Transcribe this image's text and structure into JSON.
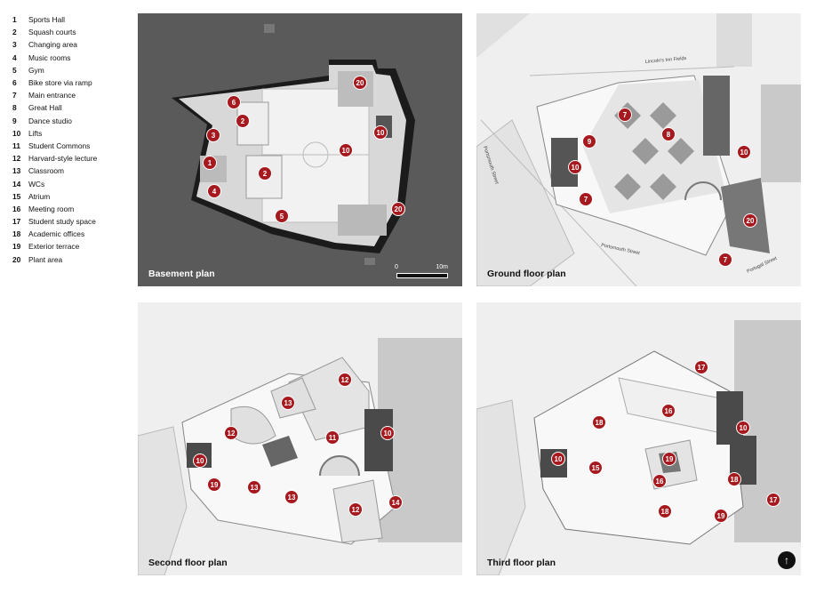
{
  "legend": [
    {
      "num": "1",
      "label": "Sports Hall"
    },
    {
      "num": "2",
      "label": "Squash courts"
    },
    {
      "num": "3",
      "label": "Changing area"
    },
    {
      "num": "4",
      "label": "Music rooms"
    },
    {
      "num": "5",
      "label": "Gym"
    },
    {
      "num": "6",
      "label": "Bike store via ramp"
    },
    {
      "num": "7",
      "label": "Main entrance"
    },
    {
      "num": "8",
      "label": "Great Hall"
    },
    {
      "num": "9",
      "label": "Dance studio"
    },
    {
      "num": "10",
      "label": "Lifts"
    },
    {
      "num": "11",
      "label": "Student Commons"
    },
    {
      "num": "12",
      "label": "Harvard-style lecture"
    },
    {
      "num": "13",
      "label": "Classroom"
    },
    {
      "num": "14",
      "label": "WCs"
    },
    {
      "num": "15",
      "label": "Atrium"
    },
    {
      "num": "16",
      "label": "Meeting room"
    },
    {
      "num": "17",
      "label": "Student study space"
    },
    {
      "num": "18",
      "label": "Academic offices"
    },
    {
      "num": "19",
      "label": "Exterior terrace"
    },
    {
      "num": "20",
      "label": "Plant area"
    }
  ],
  "panels": {
    "basement": {
      "label": "Basement plan",
      "badges": [
        "6",
        "20",
        "2",
        "3",
        "10",
        "1",
        "10",
        "2",
        "4",
        "5",
        "20"
      ]
    },
    "ground": {
      "label": "Ground floor plan",
      "badges": [
        "7",
        "8",
        "9",
        "10",
        "10",
        "7",
        "20",
        "7"
      ],
      "streets": [
        "Lincoln's Inn Fields",
        "Portsmouth Street",
        "Portsmouth Street",
        "Portugal Street"
      ]
    },
    "second": {
      "label": "Second floor plan",
      "badges": [
        "12",
        "13",
        "12",
        "11",
        "10",
        "10",
        "19",
        "13",
        "13",
        "12",
        "14"
      ]
    },
    "third": {
      "label": "Third floor plan",
      "badges": [
        "17",
        "18",
        "16",
        "10",
        "10",
        "19",
        "15",
        "16",
        "18",
        "18",
        "19",
        "17"
      ]
    }
  },
  "scale": {
    "zero": "0",
    "ten": "10m"
  },
  "north_icon": "north-arrow-icon",
  "colors": {
    "badge": "#a6191e",
    "dark_panel": "#5a5a5a",
    "light_panel": "#efefef"
  }
}
